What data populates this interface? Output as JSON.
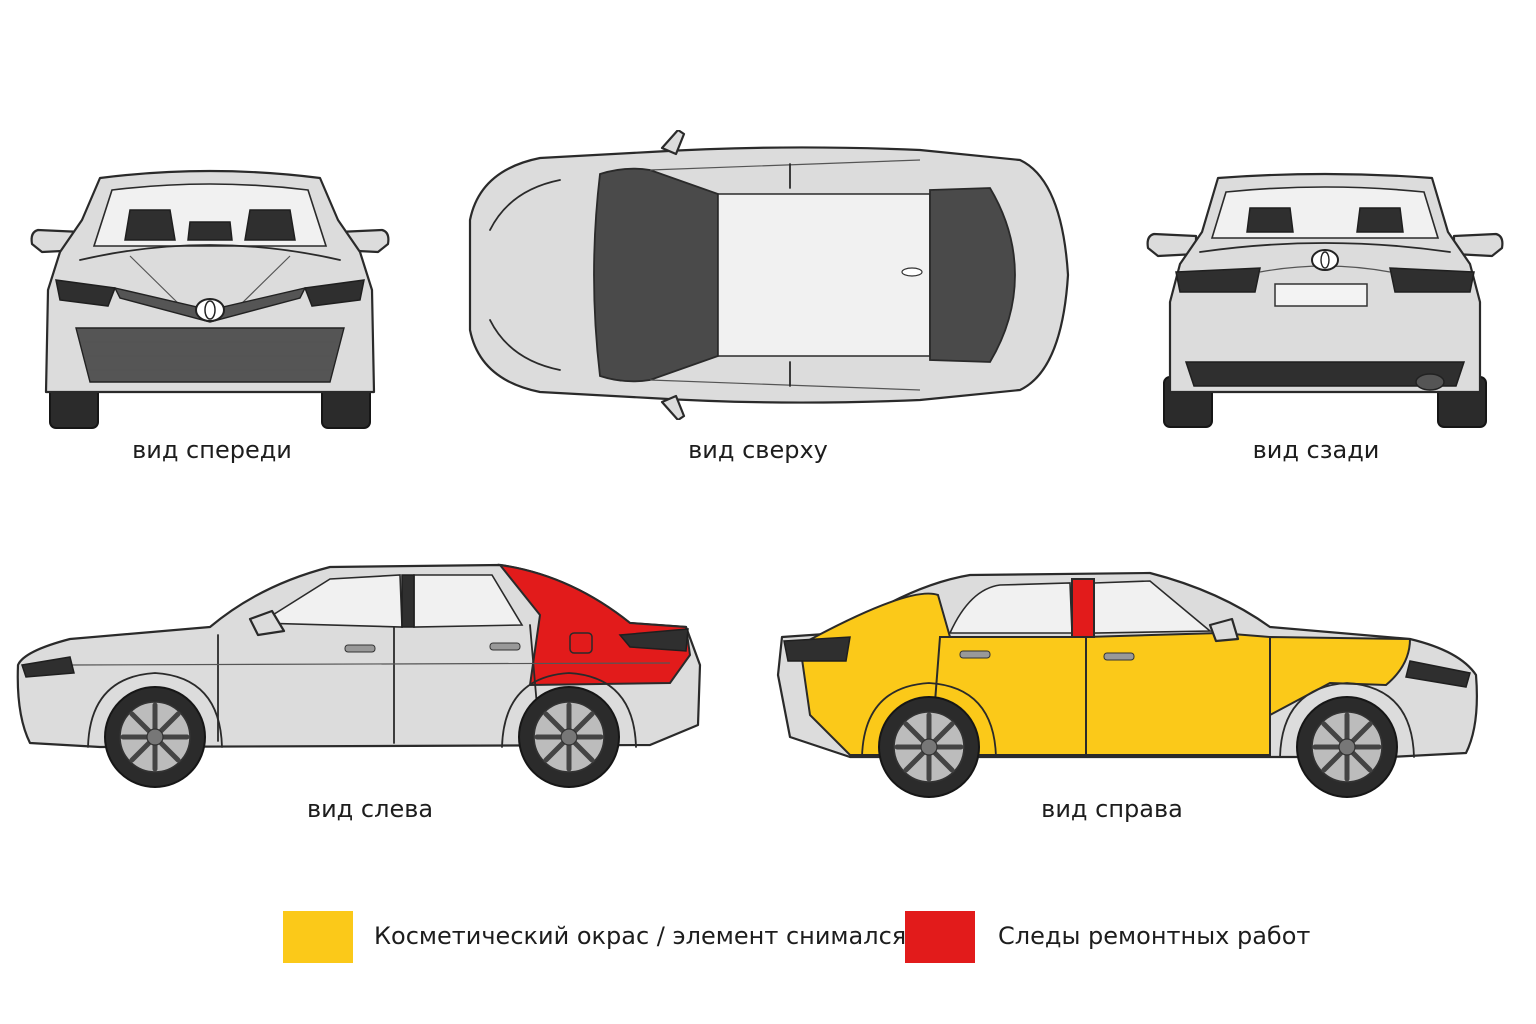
{
  "views": {
    "front": {
      "caption": "вид спереди"
    },
    "top": {
      "caption": "вид сверху"
    },
    "rear": {
      "caption": "вид сзади"
    },
    "left": {
      "caption": "вид слева",
      "highlight_color": "#e21b1b",
      "highlight_part": "rear-quarter-panel"
    },
    "right": {
      "caption": "вид справа",
      "highlight_color": "#fbc919",
      "highlight_parts": [
        "rear-quarter-panel",
        "rear-door",
        "front-door",
        "front-fender"
      ],
      "pillar_color": "#e21b1b"
    }
  },
  "legend": [
    {
      "color": "#fbc919",
      "label": "Косметический окрас / элемент снимался"
    },
    {
      "color": "#e21b1b",
      "label": "Следы ремонтных работ"
    }
  ]
}
